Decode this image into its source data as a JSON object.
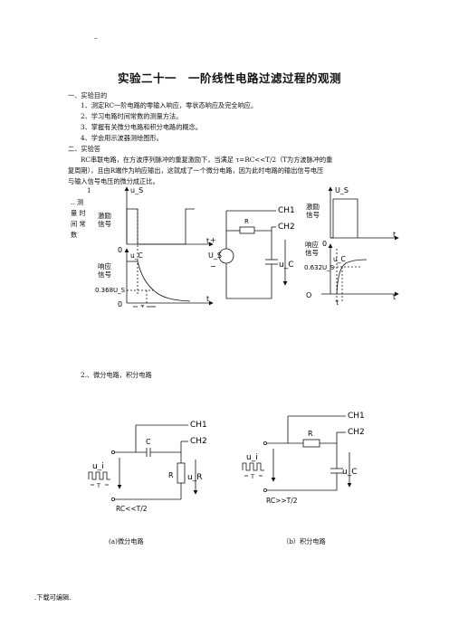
{
  "header_mark": "–",
  "title": "实验二十一　一阶线性电路过滤过程的观测",
  "sections": {
    "s1": "一、实验目的",
    "goals": [
      "1、测定RC一阶电路的零输入响应，零状态响应及完全响应。",
      "2、学习电路时间常数的测量方法。",
      "3、掌握有关微分电路和积分电路的概念。",
      "4、学会用示波器测绘图形。"
    ],
    "s2": "二、实验答",
    "para": [
      "RC串联电路，在方波序列脉冲的重复激励下，当满足 τ=RC<<T/2（T为方波脉冲的重",
      "复周期），且由R端作为响应输出，这就成了一个微分电路，因为此时电路的输出信号电压",
      "与输入信号电压的微分成正比。"
    ]
  },
  "side_label": {
    "num": "1",
    "lines": [
      ".. 测",
      "量 时",
      "间 常",
      "数"
    ]
  },
  "fig1": {
    "left": {
      "u_s": "u_S",
      "excite": [
        "激励",
        "信号"
      ],
      "respond": [
        "响应",
        "信号"
      ],
      "u_c": "u_C",
      "zero": "0",
      "t": "t",
      "level": "0.368U_S",
      "tau": "τ"
    },
    "mid": {
      "ch1": "CH1",
      "ch2": "CH2",
      "r": "R",
      "plus": "+",
      "minus": "−",
      "u_s": "U_S",
      "u_c": "u_C"
    },
    "right": {
      "u_s": "U_S",
      "excite": [
        "激励",
        "信号"
      ],
      "respond": [
        "响应",
        "信号"
      ],
      "u_c": "u_C",
      "zero": "0",
      "t": "t",
      "level": "0.632U_S",
      "o": "O",
      "tau": "τ"
    }
  },
  "sub2": "2.、微分电路，积分电路",
  "fig2": {
    "a": {
      "ch1": "CH1",
      "ch2": "CH2",
      "c": "C",
      "r": "R",
      "u_i": "u_i",
      "u_r": "u_R",
      "t": "T",
      "cond": "RC<<T/2",
      "caption": "(a)微分电路"
    },
    "b": {
      "ch1": "CH1",
      "ch2": "CH2",
      "r": "R",
      "u_i": "u_i",
      "u_c": "u_C",
      "t": "T",
      "cond": "RC>>T/2",
      "caption": "（b）积分电路"
    }
  },
  "footer": ".下载可编辑."
}
